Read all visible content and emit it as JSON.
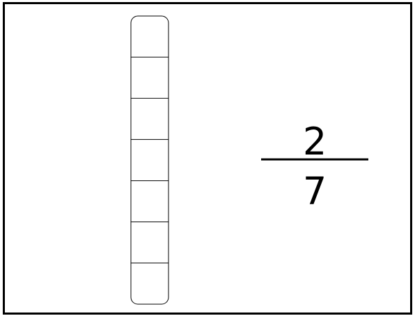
{
  "fraction_bar": {
    "total_parts": 7,
    "shaded_parts": 0,
    "outline_color": "#000000",
    "fill_color": "#ffffff"
  },
  "fraction": {
    "numerator": "2",
    "denominator": "7",
    "color": "#000000"
  }
}
